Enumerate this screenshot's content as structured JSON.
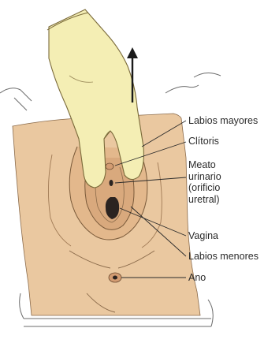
{
  "labels": {
    "labios_mayores": "Labios mayores",
    "clitoris": "Clítoris",
    "meato_lines": [
      "Meato",
      "urinario",
      "(orificio",
      "uretral)"
    ],
    "vagina": "Vagina",
    "labios_menores": "Labios menores",
    "ano": "Ano"
  },
  "colors": {
    "skin": "#eac8a0",
    "skin_shadow": "#d9ab7f",
    "glove": "#f4eeb4",
    "outline": "#4a3a2a",
    "orifice": "#2b2320"
  }
}
